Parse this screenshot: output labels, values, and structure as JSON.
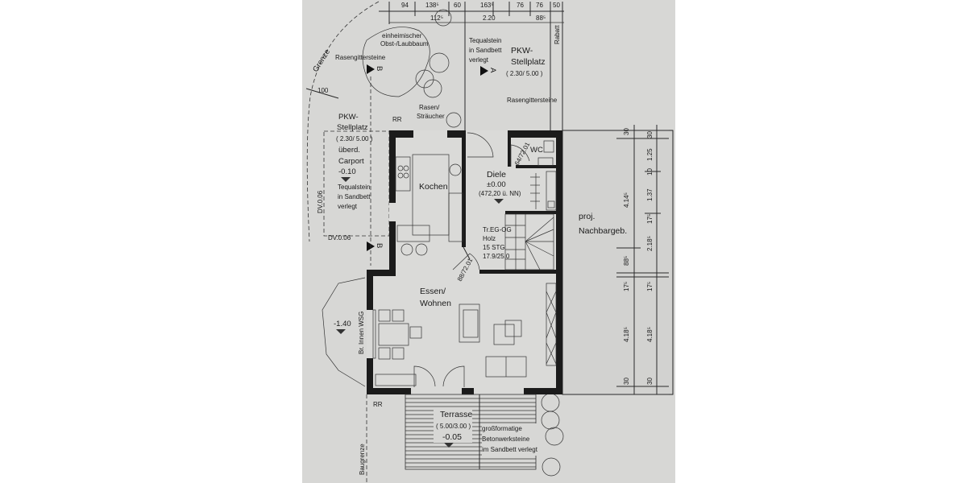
{
  "colors": {
    "paper": "#d7d7d5",
    "background": "#ffffff",
    "walls": "#1b1b1b"
  },
  "top_dimensions": {
    "row1": [
      "94",
      "138⁵",
      "60",
      "163⁵",
      "76",
      "76",
      "50"
    ],
    "row2": [
      "112⁵",
      "2.20",
      "88⁵"
    ]
  },
  "garden": {
    "boundary": "Grenze",
    "boundary_distance": "100",
    "grass_pavers_left": "Rasengittersteine",
    "tree_label": [
      "einheimischer",
      "Obst-/Laubbaum"
    ],
    "paving": [
      "Tequalstein",
      "in Sandbett",
      "verlegt"
    ],
    "lawn": [
      "Rasen/",
      "Sträucher"
    ],
    "rr": "RR",
    "flowerbed": "Rabatt",
    "parking_right": [
      "PKW-",
      "Stellplatz",
      "( 2.30/ 5.00 )"
    ],
    "grass_pavers_right": "Rasengittersteine",
    "section_a": "A",
    "section_b": "B"
  },
  "carport": {
    "lines": [
      "PKW-",
      "Stellplatz",
      "( 2.30/ 5.00 )",
      "überd.",
      "Carport",
      "-0.10",
      "Tequalstein",
      "in Sandbett",
      "verlegt"
    ],
    "dv_vertical": "DV.0.06",
    "dv_horizontal": "DV.0.06"
  },
  "rooms": {
    "kitchen": "Kochen",
    "wc": "WC",
    "hall": [
      "Diele",
      "±0.00",
      "(472,20 ü. NN)"
    ],
    "door_wc": "64/72.01",
    "door_living": "88/72.01",
    "stairs": [
      "Tr.EG-OG",
      "Holz",
      "15 STG",
      "17.9/25.0"
    ],
    "living": [
      "Essen/",
      "Wohnen"
    ],
    "neighbor": [
      "proj.",
      "Nachbargeb."
    ]
  },
  "outside_left": {
    "level": "-1.40",
    "window_note": "Br. Innen WSG",
    "building_line": "Baugrenze",
    "rr": "RR"
  },
  "terrace": {
    "lines": [
      "Terrasse",
      "( 5.00/3.00 )",
      "-0.05"
    ],
    "paving": [
      "großformatige",
      "Betonwerksteine",
      "im Sandbett verlegt"
    ]
  },
  "right_dimensions": {
    "outer": [
      "30",
      "4.14⁵",
      "88⁵",
      "17⁵",
      "4.18⁵",
      "30"
    ],
    "inner": [
      "30",
      "1.25",
      "10",
      "1.37",
      "17⁵",
      "2.18⁵",
      "17⁵",
      "4.18⁵",
      "30"
    ]
  }
}
